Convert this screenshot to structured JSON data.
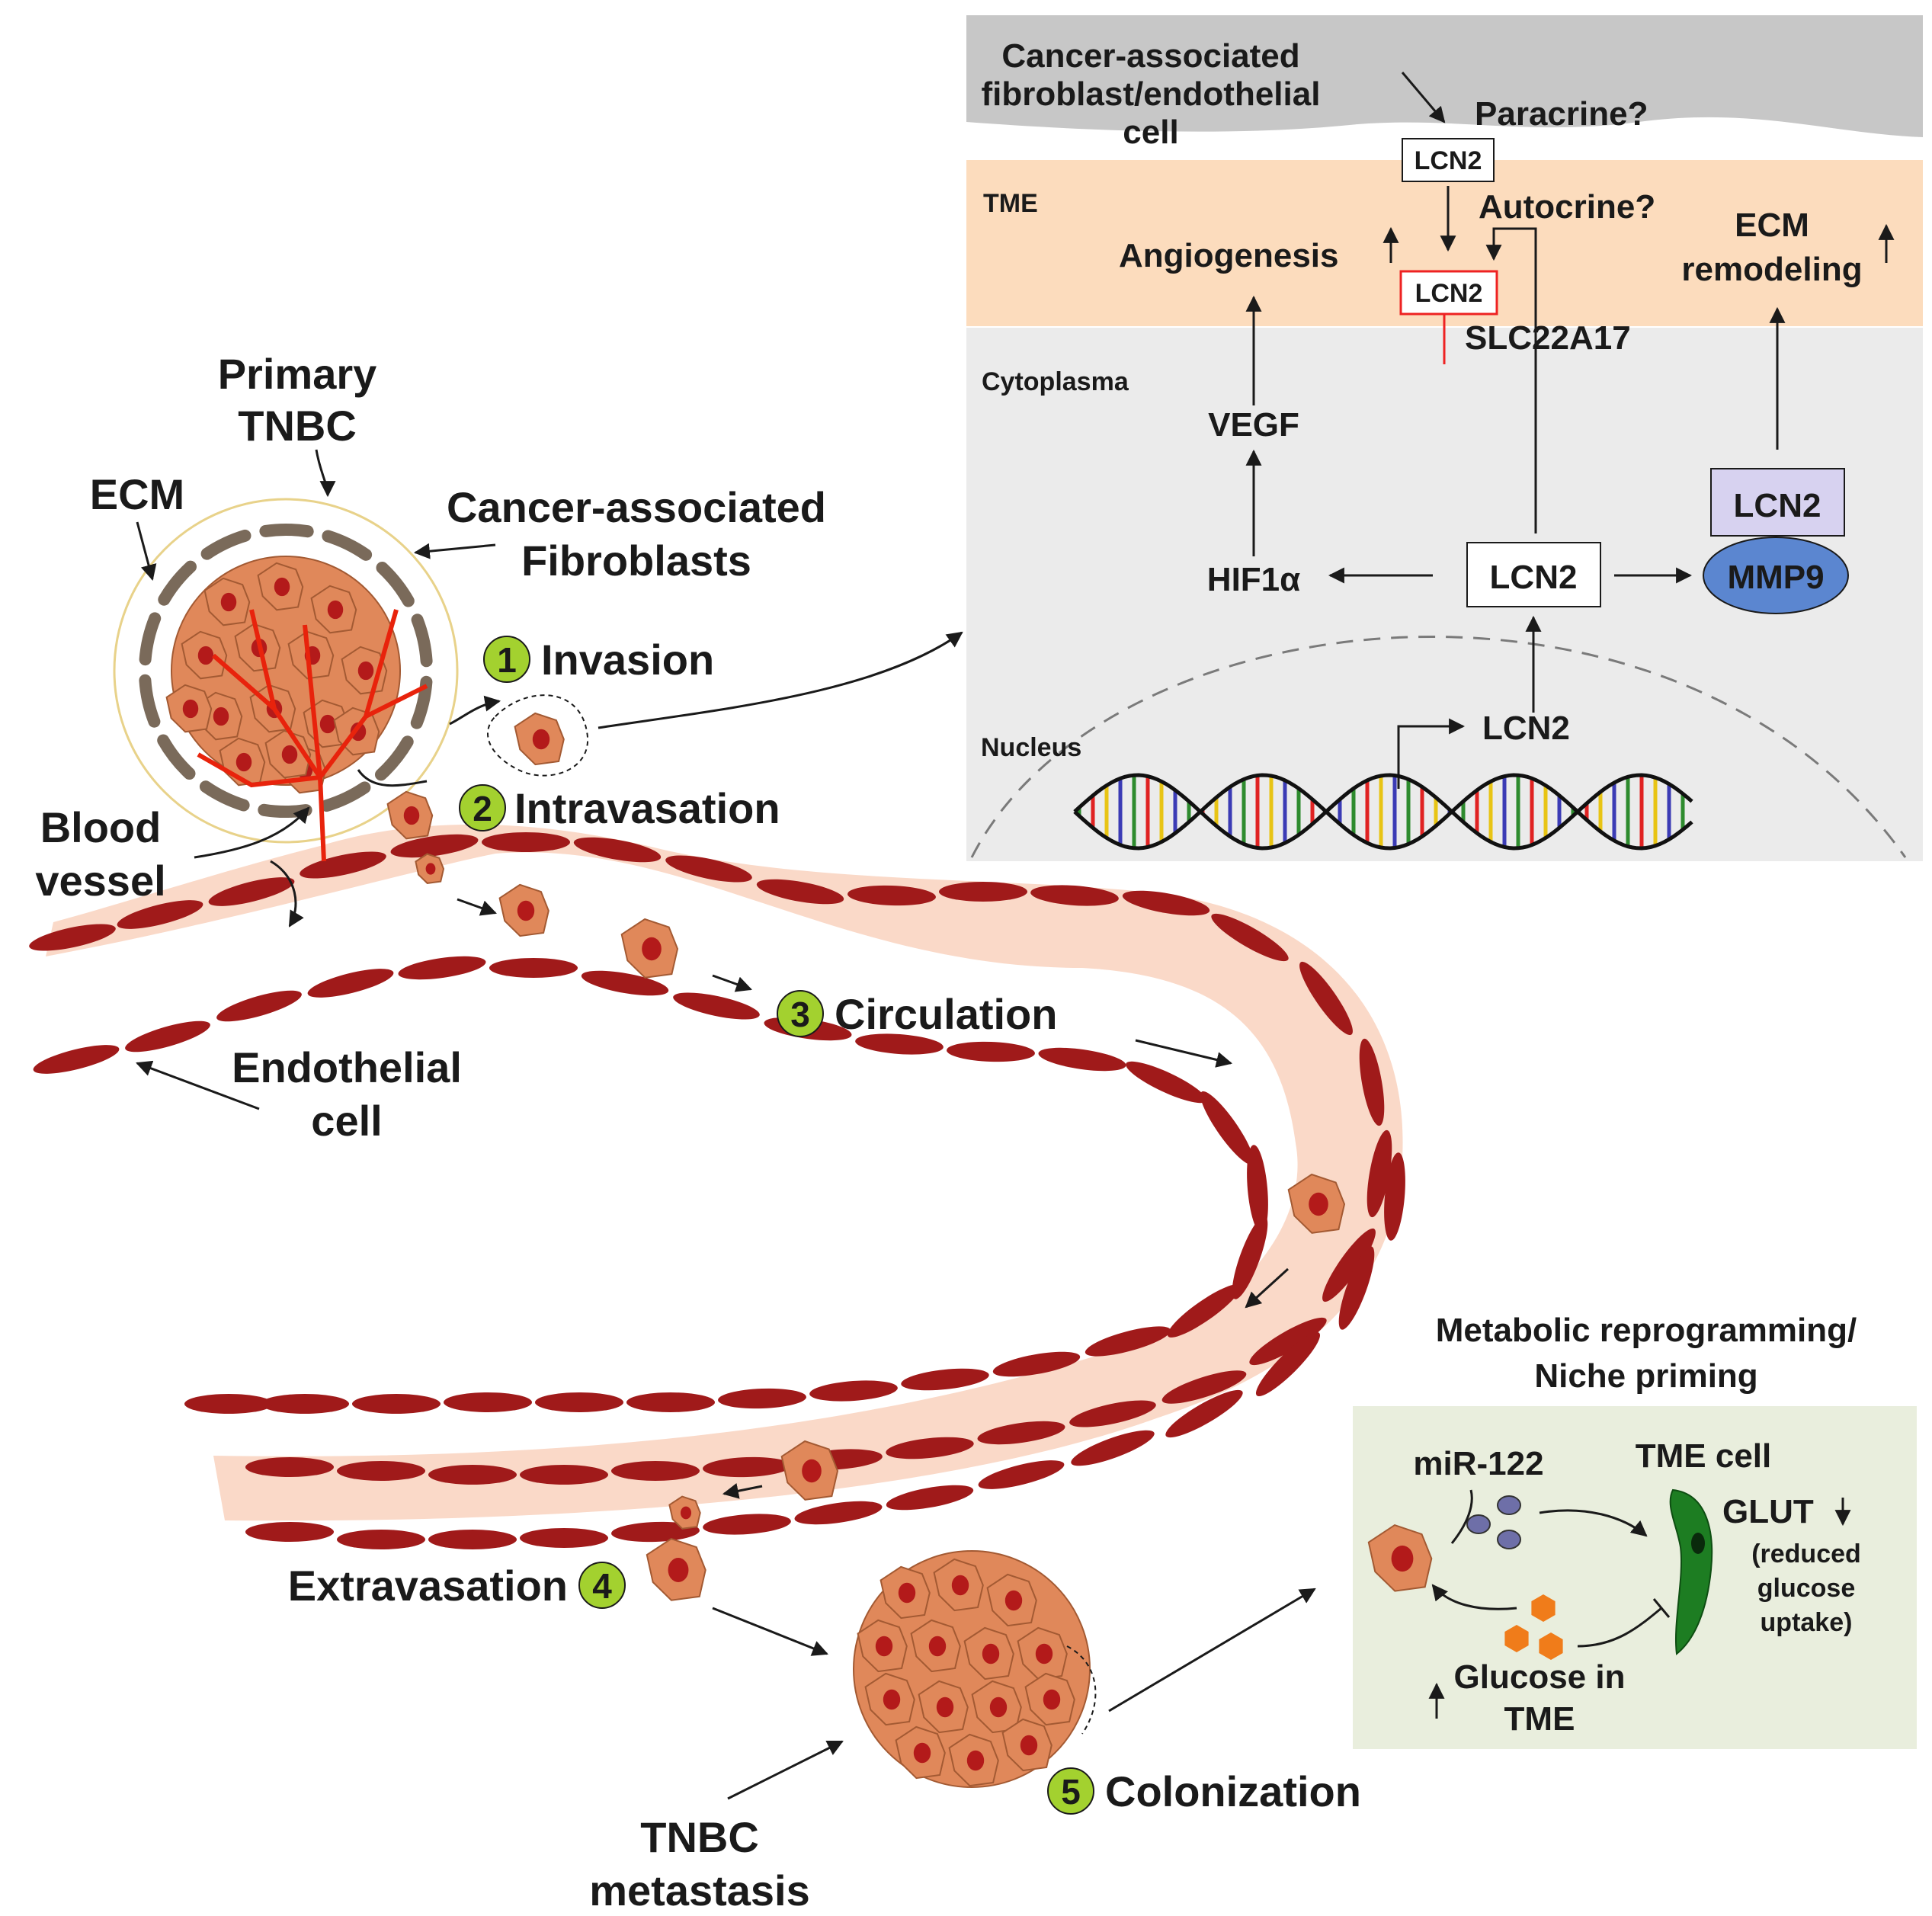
{
  "colors": {
    "vessel_wall": "#a01a1a",
    "vessel_lumen": "#fad9c8",
    "tumor_cell": "#e0885a",
    "nucleus": "#b31a1a",
    "step_badge": "#a3d12f",
    "tme_band": "#fcdcbd",
    "cytoplasm": "#ebebeb",
    "caf_shape": "#c7c7c7",
    "niche_box": "#e9eedd",
    "mmp9": "#5b86d0",
    "lcn2_top": "#d7d2f0",
    "tme_cell": "#1d7d22",
    "glucose": "#f07c1a",
    "mirna": "#6e6fa8",
    "ecm_color": "#d3a617",
    "tnbc_color": "#8a7358",
    "blood_vessel_color": "#e8230c",
    "endothelial_color": "#a01a1a",
    "tme_label_color": "#8b4a12",
    "tme_cell_label_color": "#1d7d22"
  },
  "left": {
    "primary": [
      "Primary",
      "TNBC"
    ],
    "ecm": "ECM",
    "caf": [
      "Cancer-associated",
      "Fibroblasts"
    ],
    "blood_vessel": [
      "Blood",
      "vessel"
    ],
    "endothelial": [
      "Endothelial",
      "cell"
    ],
    "metastasis": [
      "TNBC",
      "metastasis"
    ]
  },
  "steps": [
    {
      "num": "1",
      "label": "Invasion"
    },
    {
      "num": "2",
      "label": "Intravasation"
    },
    {
      "num": "3",
      "label": "Circulation"
    },
    {
      "num": "4",
      "label": "Extravasation"
    },
    {
      "num": "5",
      "label": "Colonization"
    }
  ],
  "inset": {
    "caf_cell": [
      "Cancer-associated",
      "fibroblast/endothelial",
      "cell"
    ],
    "paracrine": "Paracrine?",
    "autocrine": "Autocrine?",
    "tme": "TME",
    "cytoplasma": "Cytoplasma",
    "nucleus": "Nucleus",
    "lcn2": "LCN2",
    "slc": "SLC22A17",
    "angiogenesis": "Angiogenesis",
    "ecm_remodeling": [
      "ECM",
      "remodeling"
    ],
    "vegf": "VEGF",
    "hif": "HIF1α",
    "mmp9": "MMP9"
  },
  "niche": {
    "title": [
      "Metabolic reprogramming/",
      "Niche priming"
    ],
    "mir": "miR-122",
    "tme_cell": "TME cell",
    "glut": "GLUT",
    "glut_note": [
      "(reduced",
      "glucose",
      "uptake)"
    ],
    "glucose": [
      "Glucose in",
      "TME"
    ]
  }
}
